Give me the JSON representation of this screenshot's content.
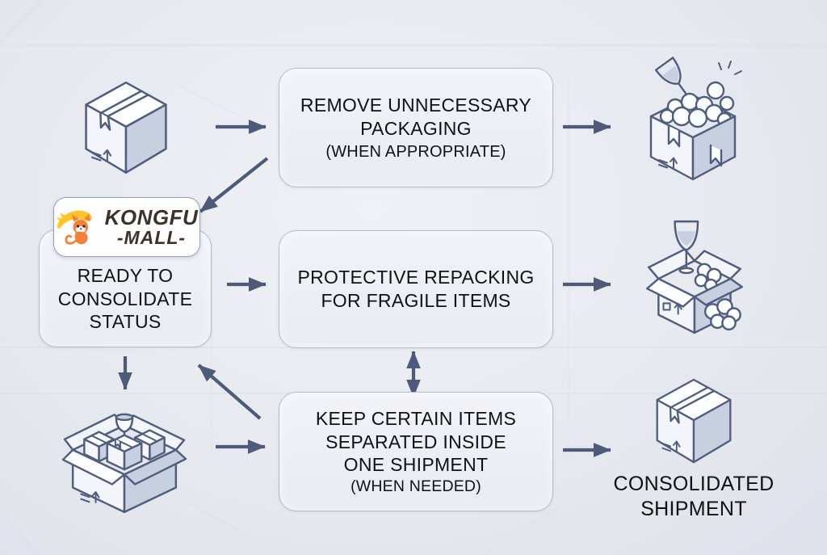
{
  "title": "Kongfu Mall package consolidation workflow",
  "logo": {
    "name": "KONGFU MALL",
    "line1": "KONGFU",
    "line2": "-MALL-",
    "mascot": "orange-cat-with-yellow-straw-hat",
    "colors": {
      "cat": "#f4813a",
      "hat": "#fdc52d",
      "text": "#3a332b"
    }
  },
  "nodes": {
    "ready": {
      "label": "READY TO\nCONSOLIDATE\nSTATUS"
    },
    "remove": {
      "title": "REMOVE UNNECESSARY\nPACKAGING",
      "note": "(WHEN APPROPRIATE)"
    },
    "protective": {
      "title": "PROTECTIVE REPACKING\nFOR FRAGILE ITEMS"
    },
    "keep": {
      "title": "KEEP CERTAIN ITEMS\nSEPARATED INSIDE\nONE SHIPMENT",
      "note": "(WHEN NEEDED)"
    }
  },
  "captions": {
    "consolidated": "CONSOLIDATED\nSHIPMENT"
  },
  "icons": {
    "parcel_start": "closed-cardboard-box",
    "remove_packaging": "open-box-overfilled-with-bubble-wrap-and-tilted-wine-glass",
    "fragile_packing": "open-box-with-standing-wine-glass-and-bubble-wrap",
    "consolidation": "open-box-containing-multiple-small-boxes-and-goblet",
    "final_parcel": "closed-cardboard-box"
  },
  "colors": {
    "background": "#e7e9f0",
    "arrow": "#4d5a78",
    "node_border": "#b3bdd1",
    "icon_stroke": "#505d7c",
    "icon_shade": "#c8cfe0",
    "text": "#111111"
  }
}
